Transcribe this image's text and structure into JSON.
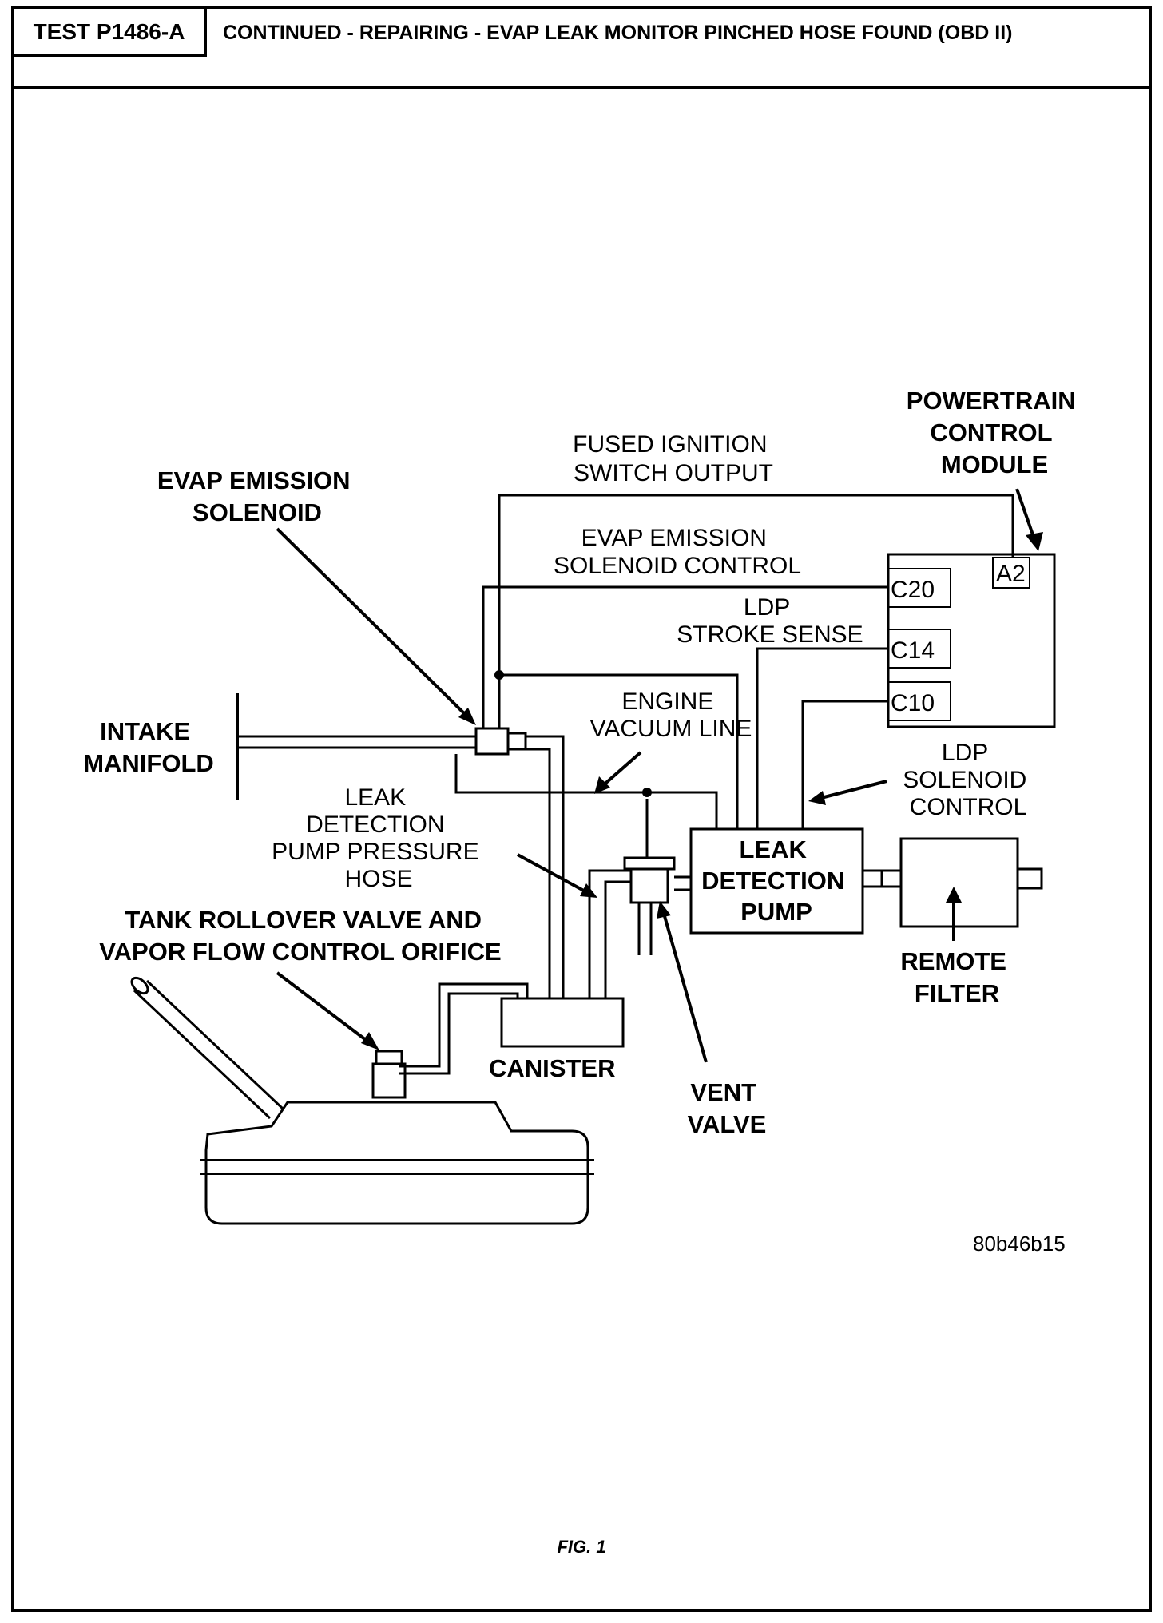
{
  "header": {
    "test_id": "TEST P1486-A",
    "title": "CONTINUED - REPAIRING - EVAP LEAK MONITOR PINCHED HOSE FOUND (OBD II)"
  },
  "diagram": {
    "pcm": {
      "lines": [
        "POWERTRAIN",
        "CONTROL",
        "MODULE"
      ]
    },
    "pins": {
      "a2": "A2",
      "c20": "C20",
      "c14": "C14",
      "c10": "C10"
    },
    "fused_ignition": {
      "lines": [
        "FUSED IGNITION",
        "SWITCH OUTPUT"
      ]
    },
    "evap_solenoid": {
      "lines": [
        "EVAP EMISSION",
        "SOLENOID"
      ]
    },
    "evap_control": {
      "lines": [
        "EVAP EMISSION",
        "SOLENOID CONTROL"
      ]
    },
    "ldp_stroke": {
      "lines": [
        "LDP",
        "STROKE SENSE"
      ]
    },
    "intake": {
      "lines": [
        "INTAKE",
        "MANIFOLD"
      ]
    },
    "engine_vacuum": {
      "lines": [
        "ENGINE",
        "VACUUM LINE"
      ]
    },
    "ldp_solenoid": {
      "lines": [
        "LDP",
        "SOLENOID",
        "CONTROL"
      ]
    },
    "leak_hose": {
      "lines": [
        "LEAK",
        "DETECTION",
        "PUMP PRESSURE",
        "HOSE"
      ]
    },
    "pump": {
      "lines": [
        "LEAK",
        "DETECTION",
        "PUMP"
      ]
    },
    "tank_valve": {
      "lines": [
        "TANK ROLLOVER VALVE AND",
        "VAPOR FLOW CONTROL ORIFICE"
      ]
    },
    "canister": "CANISTER",
    "vent_valve": {
      "lines": [
        "VENT",
        "VALVE"
      ]
    },
    "remote_filter": {
      "lines": [
        "REMOTE",
        "FILTER"
      ]
    },
    "figure_code": "80b46b15"
  },
  "caption": "FIG. 1"
}
